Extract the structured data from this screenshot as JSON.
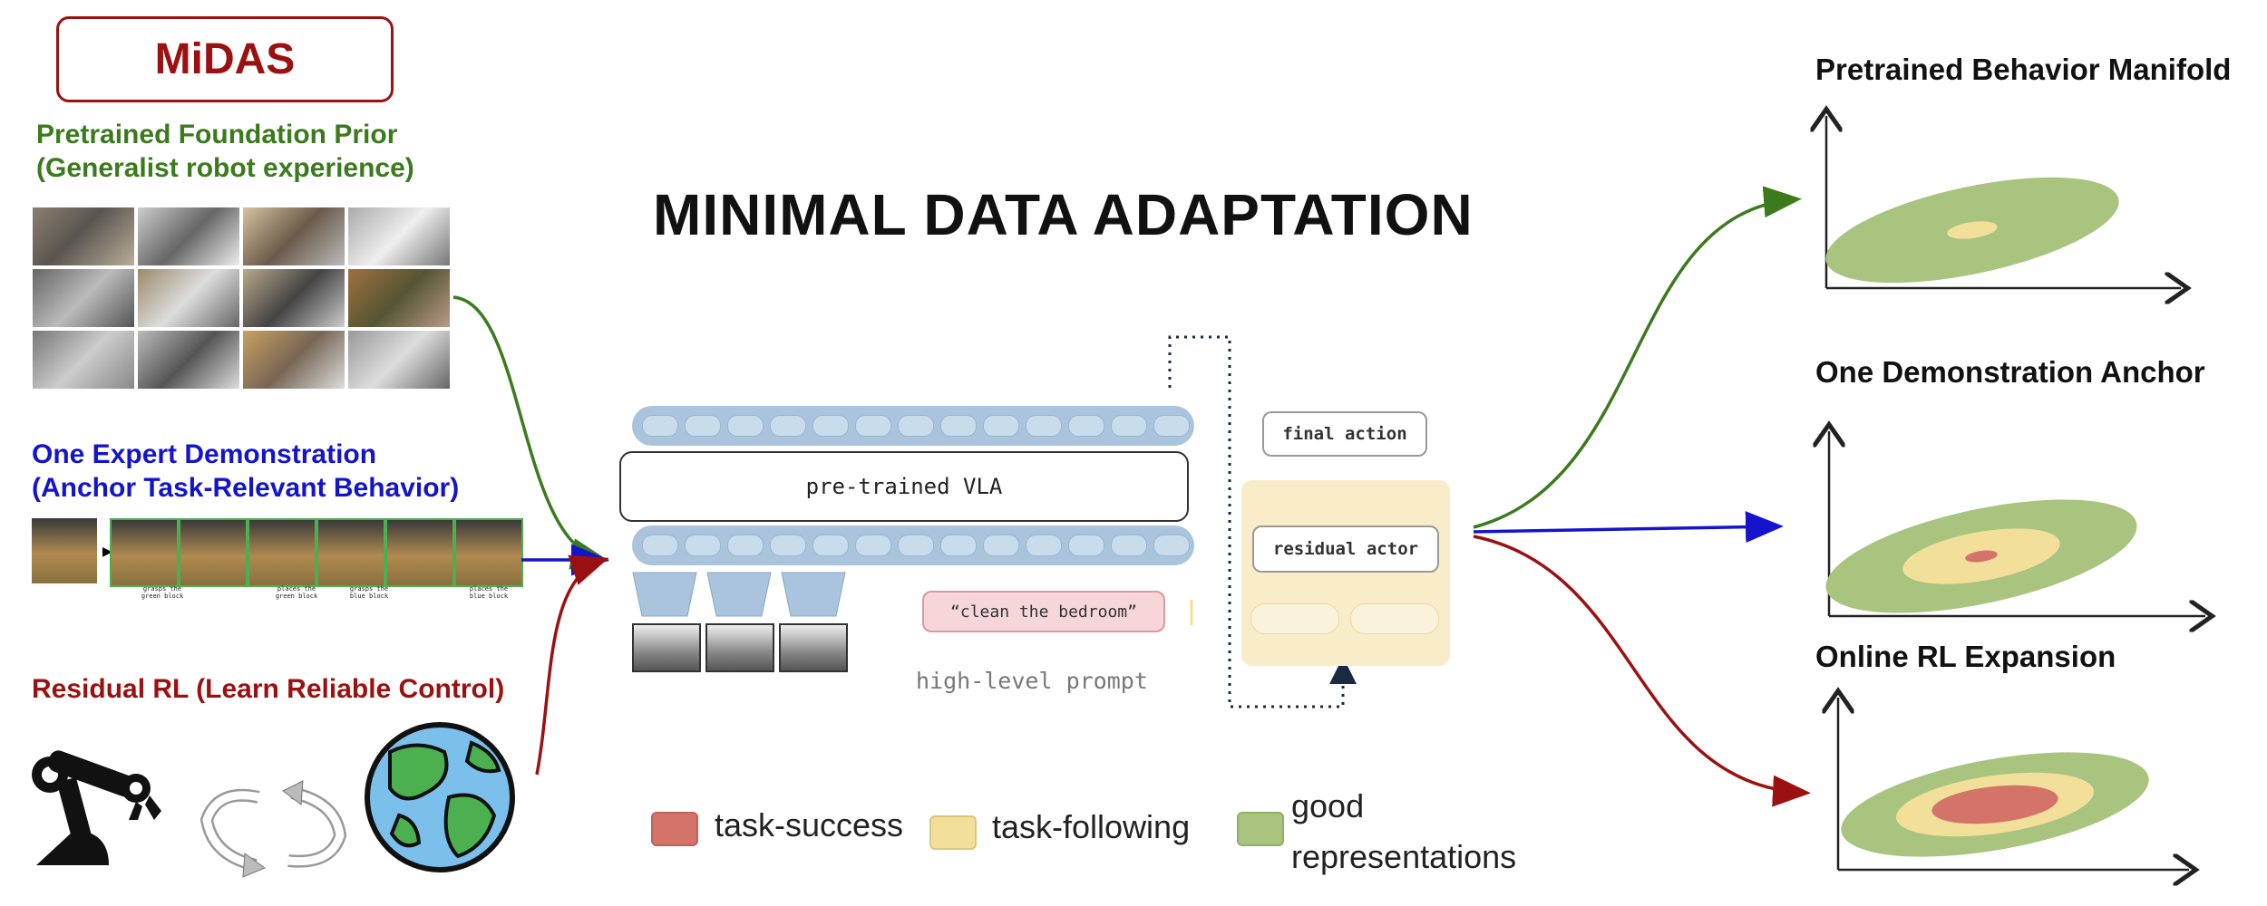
{
  "brand": {
    "name": "MiDAS"
  },
  "inputs": {
    "prior": {
      "line1": "Pretrained Foundation Prior",
      "line2": "(Generalist robot experience)"
    },
    "demo": {
      "line1": "One Expert Demonstration",
      "line2": "(Anchor Task-Relevant Behavior)",
      "captions": [
        "grasps the green block",
        "places the green block",
        "grasps the blue block",
        "places the blue block"
      ]
    },
    "rl": {
      "line1": "Residual RL (Learn Reliable Control)"
    }
  },
  "center": {
    "title": "MINIMAL DATA ADAPTATION",
    "vla_label": "pre-trained VLA",
    "prompt_label": "“clean the bedroom”",
    "high_level_prompt": "high-level prompt",
    "final_action": "final action",
    "residual_actor": "residual actor"
  },
  "legend": [
    {
      "label": "task-success",
      "color": "#d4736a"
    },
    {
      "label": "task-following",
      "color": "#f1df9a"
    },
    {
      "label": "good",
      "label2": "representations",
      "color": "#a8c47e"
    }
  ],
  "plots": [
    {
      "title": "Pretrained Behavior Manifold"
    },
    {
      "title": "One Demonstration Anchor"
    },
    {
      "title": "Online RL Expansion"
    }
  ],
  "colors": {
    "green_arrow": "#3c7a1e",
    "blue_arrow": "#1414cc",
    "red_arrow": "#9b1111",
    "good": "#a8c47e",
    "following": "#f1df9a",
    "success": "#d4736a"
  }
}
